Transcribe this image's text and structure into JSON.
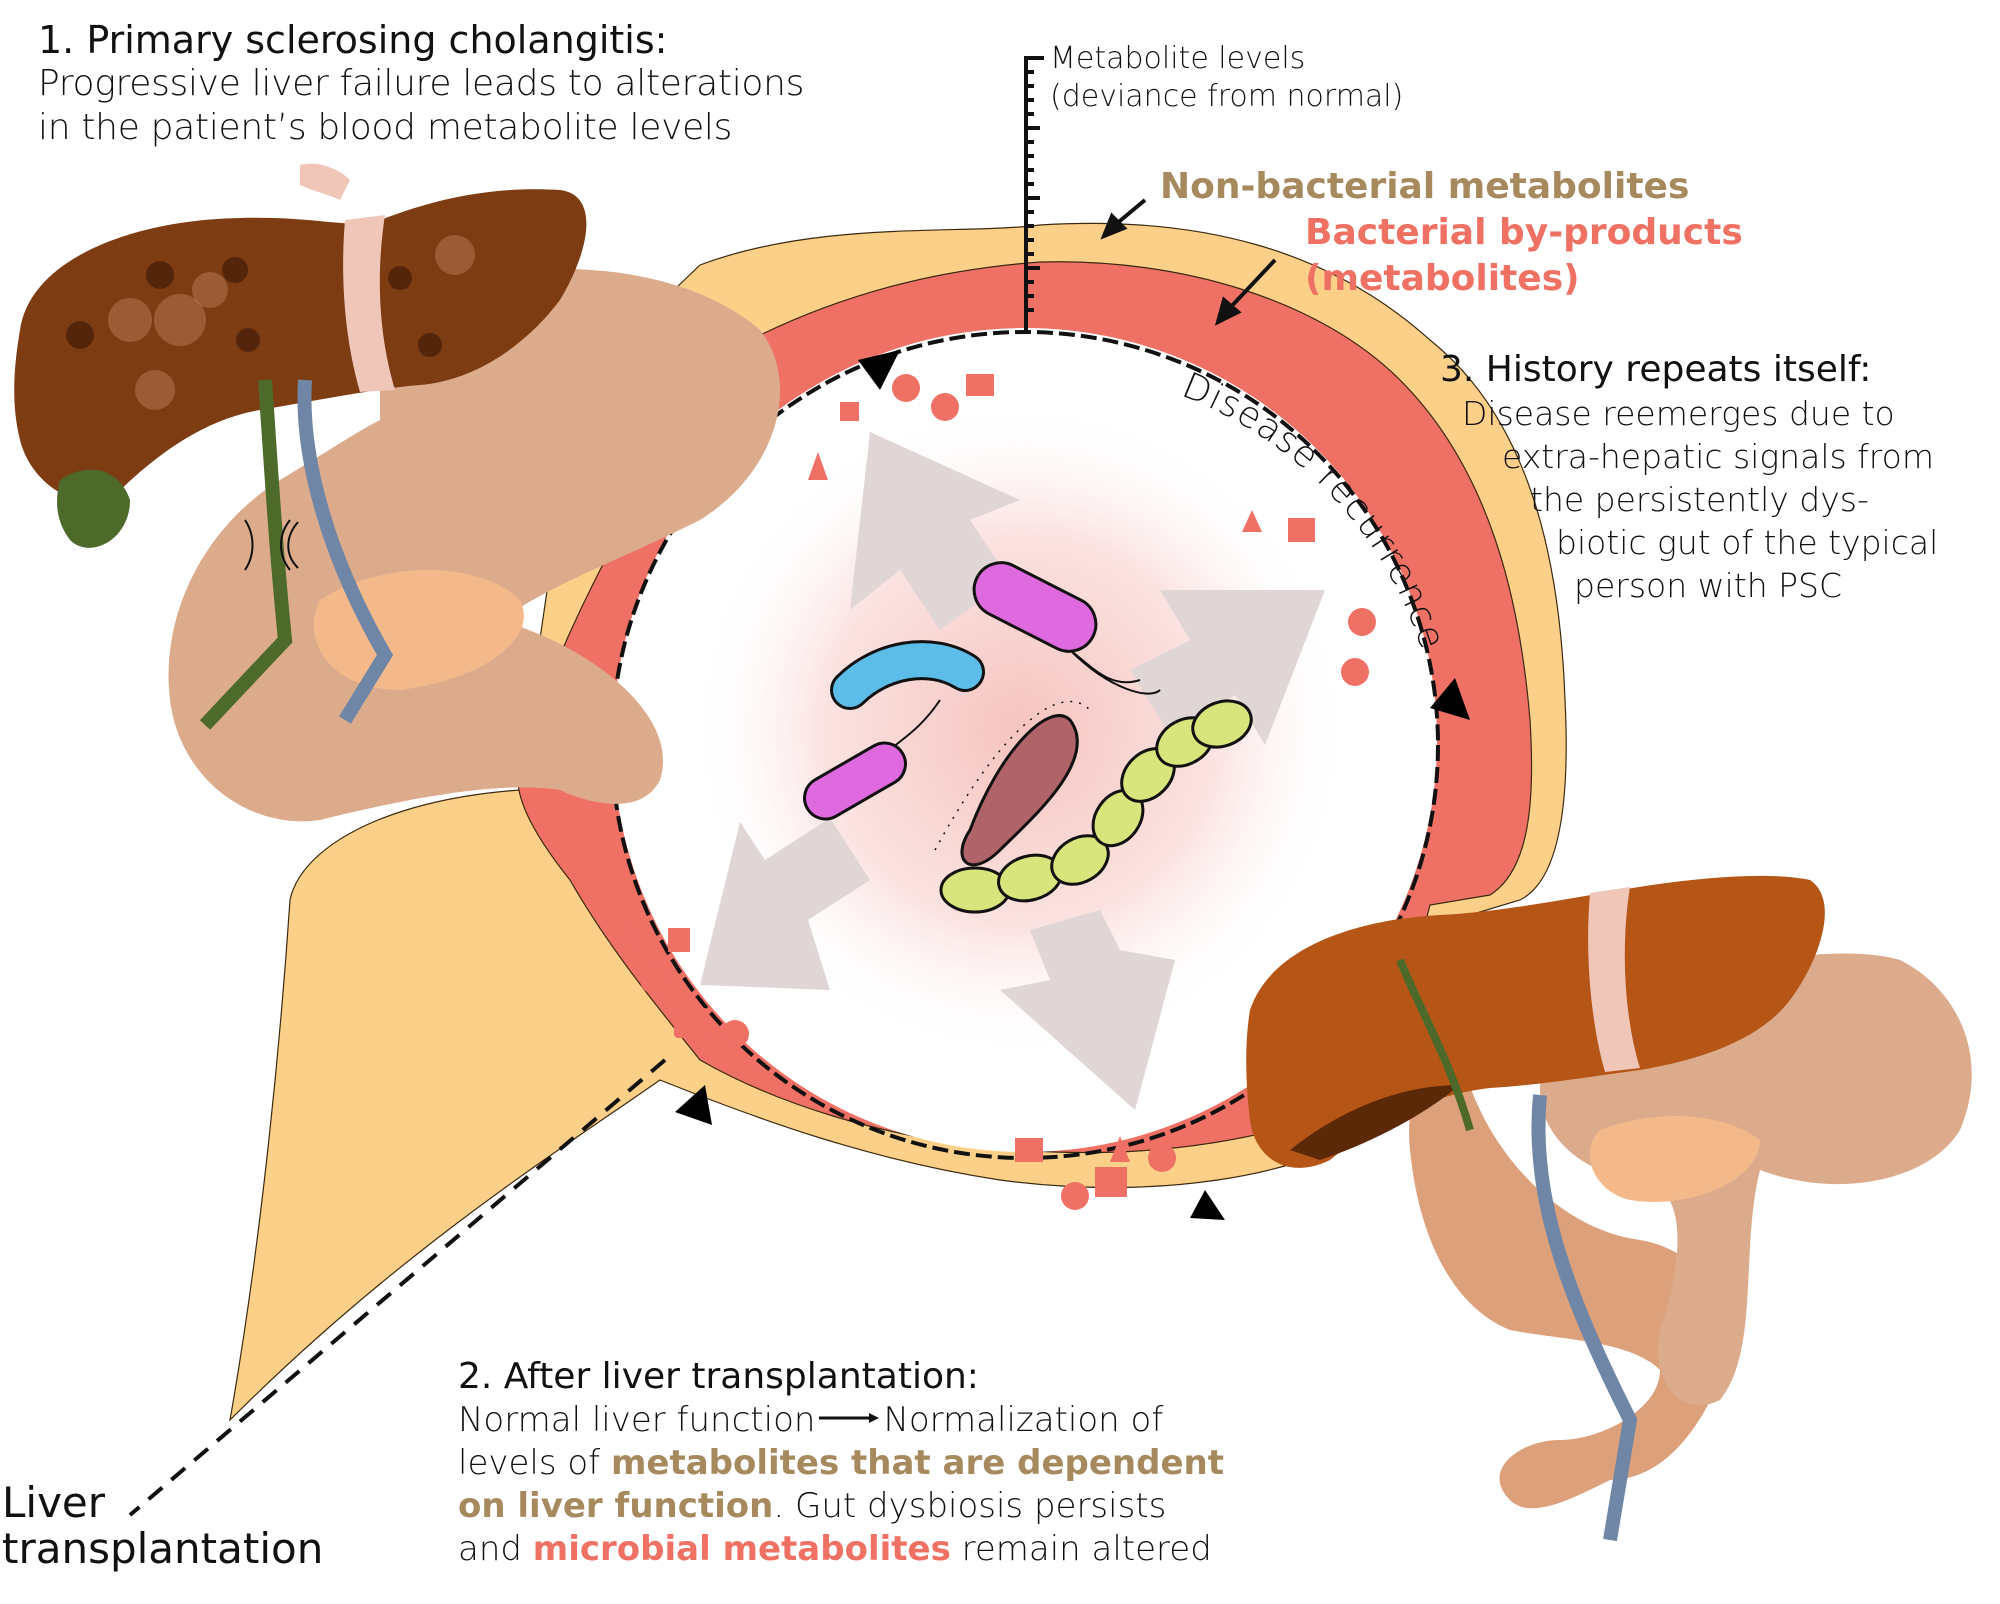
{
  "figure": {
    "section1": {
      "heading": "1. Primary sclerosing cholangitis:",
      "lines": [
        "Progressive liver failure leads to alterations",
        "in the patient’s blood metabolite levels"
      ]
    },
    "axis": {
      "label_line1": "Metabolite levels",
      "label_line2": "(deviance from normal)"
    },
    "legend": {
      "non_bacterial": "Non-bacterial metabolites",
      "bacterial_line1": "Bacterial by-products",
      "bacterial_line2": "(metabolites)"
    },
    "section3": {
      "heading": "3. History repeats itself:",
      "lines": [
        "Disease reemerges due to",
        "extra-hepatic signals from",
        "the persistently dys-",
        "biotic gut of the typical",
        "person with PSC"
      ]
    },
    "cycle_label": "Disease recurrence",
    "section2": {
      "heading": "2. After liver transplantation:",
      "line1_a": "Normal liver function",
      "line1_b": "Normalization of",
      "line2_a": "levels of ",
      "line2_b": "metabolites that are dependent",
      "line3_a": "on liver function",
      "line3_b": ". Gut dysbiosis persists",
      "line4_a": "and ",
      "line4_b": "microbial metabolites",
      "line4_c": " remain altered"
    },
    "transplant_label": {
      "line1": "Liver",
      "line2": "transplantation"
    },
    "colors": {
      "non_bacterial_band": "#fdd08a",
      "bacterial_band": "#ef7166",
      "non_bacterial_text": "#a68a5e",
      "bacterial_text": "#ee7163",
      "diseased_liver": "#7e3c13",
      "healthy_liver": "#b55516",
      "gut": "#dbab8c",
      "bile_duct": "#4e6a2a",
      "portal_vein": "#6f86a6"
    }
  }
}
